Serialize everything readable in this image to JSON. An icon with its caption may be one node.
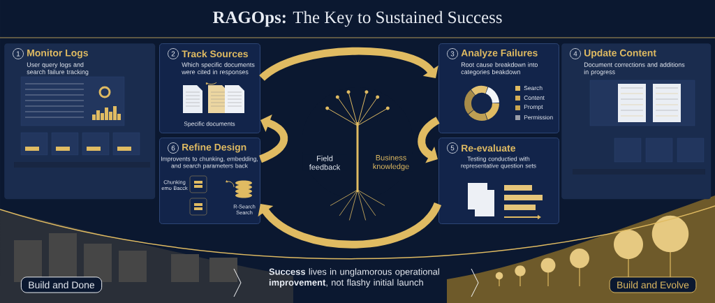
{
  "diagram": {
    "title": "**RAGOps:** The Key to Sustained Success",
    "nodes": [
      {
        "text": [
          "1",
          "Monitor Logs",
          "User query logs and search failure tracking"
        ]
      },
      {
        "text": [
          "2",
          "Track Sources",
          "Which specific documents were cited in responses",
          "Specific documents"
        ]
      },
      {
        "text": [
          "3",
          "Analyze Failures",
          "Root cause breakdown into categories beakdown"
        ]
      },
      {
        "text": [
          "4",
          "Update Content",
          "Document corrections and additions in progress"
        ]
      },
      {
        "text": [
          "5",
          "Re-evaluate",
          "Testing conductied with representative question sets"
        ]
      },
      {
        "text": [
          "6",
          "Refine Design",
          "Improvents to chunking, embedding, and search parameters back"
        ]
      },
      {
        "text": [
          "Field feedback",
          "Business knowledge"
        ]
      },
      {
        "text": [
          "Build and Done"
        ]
      },
      {
        "text": [
          "Build and Evolve"
        ]
      }
    ],
    "edges": [
      {
        "from": 1,
        "to": 2,
        "arrow": "to"
      },
      {
        "from": 2,
        "to": 4,
        "arrow": "to"
      },
      {
        "from": 4,
        "to": 5,
        "arrow": "to"
      },
      {
        "from": 5,
        "to": 1,
        "arrow": "to"
      }
    ],
    "labels": [
      "Chunking emo Bacck",
      "R-Search Search",
      "**Success** lives in unglamorous operational **improvement**, not flashy initial launch"
    ],
    "legend": [
      {
        "text": "Search",
        "color": "#e0bb62"
      },
      {
        "text": "Content",
        "color": "#d4ad55"
      },
      {
        "text": "Prompt",
        "color": "#c9a550"
      },
      {
        "text": "Permission",
        "color": "#9a9ea8"
      }
    ]
  }
}
